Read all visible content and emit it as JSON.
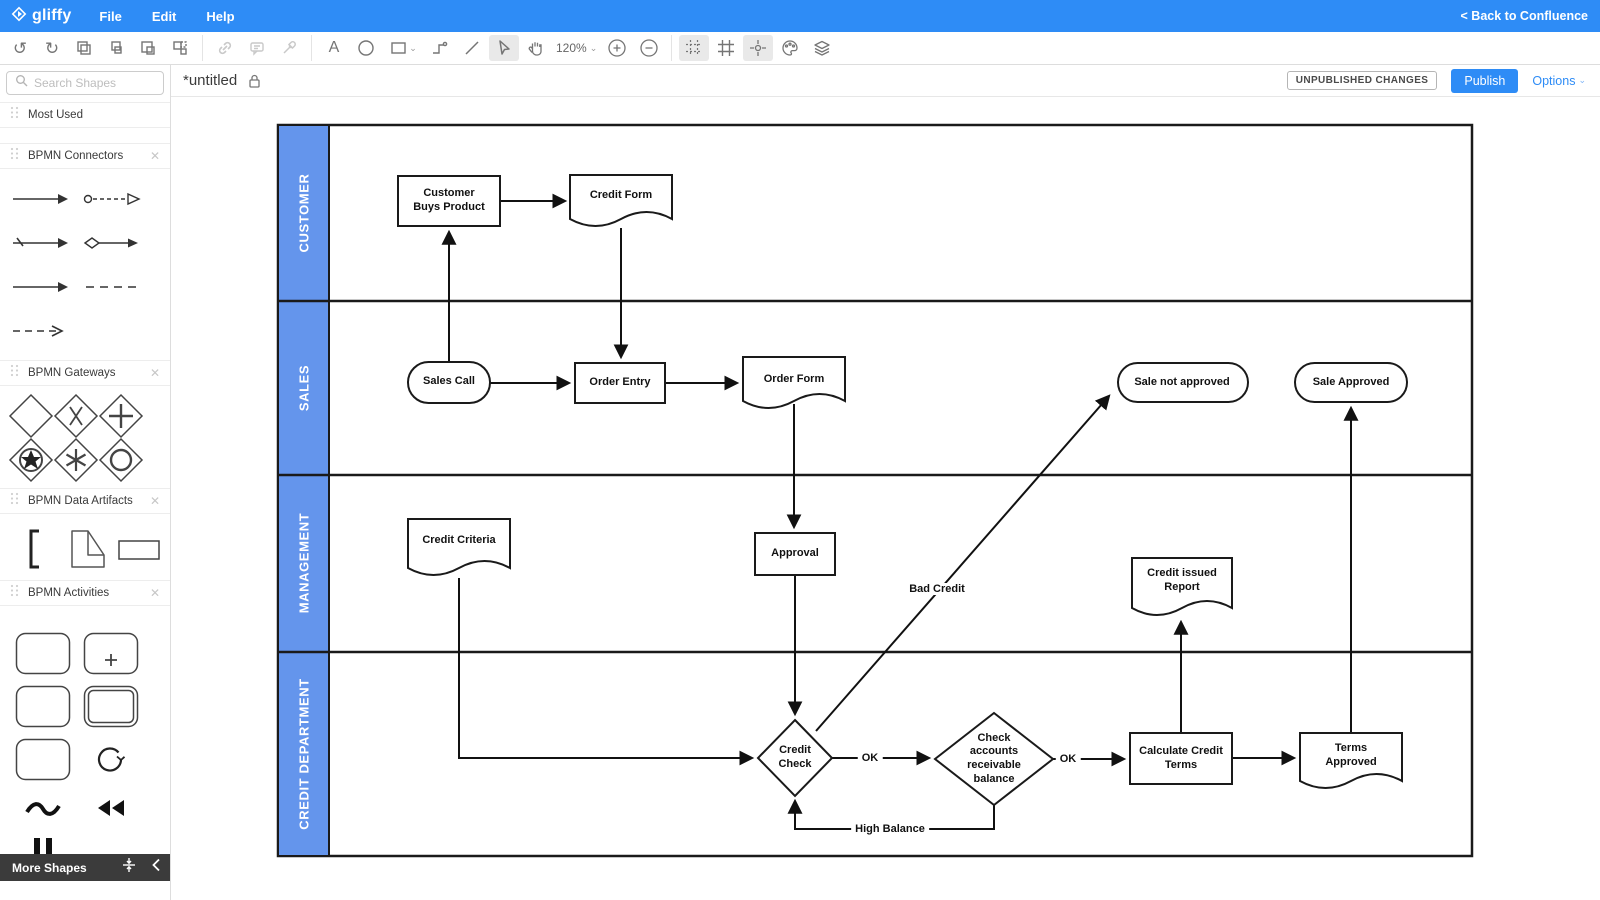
{
  "topbar": {
    "logo": "gliffy",
    "menus": [
      {
        "label": "File"
      },
      {
        "label": "Edit"
      },
      {
        "label": "Help"
      }
    ],
    "back_link": "< Back to Confluence"
  },
  "toolbar": {
    "zoom_level": "120%"
  },
  "titlebar": {
    "title": "*untitled",
    "status_badge": "UNPUBLISHED CHANGES",
    "publish": "Publish",
    "options": "Options"
  },
  "sidebar": {
    "search_placeholder": "Search Shapes",
    "sections": {
      "most_used": "Most Used",
      "connectors": "BPMN Connectors",
      "gateways": "BPMN Gateways",
      "artifacts": "BPMN Data Artifacts",
      "activities": "BPMN Activities"
    },
    "more_shapes": "More Shapes"
  },
  "diagram": {
    "lanes": [
      {
        "label": "CUSTOMER"
      },
      {
        "label": "SALES"
      },
      {
        "label": "MANAGEMENT"
      },
      {
        "label": "CREDIT DEPARTMENT"
      }
    ],
    "nodes": {
      "customer_buys_product": "Customer Buys Product",
      "credit_form": "Credit Form",
      "sales_call": "Sales Call",
      "order_entry": "Order Entry",
      "order_form": "Order Form",
      "sale_not_approved": "Sale not approved",
      "sale_approved": "Sale Approved",
      "credit_criteria": "Credit Criteria",
      "approval": "Approval",
      "credit_issued_report": "Credit issued Report",
      "credit_check": "Credit Check",
      "check_accounts": "Check accounts receivable balance",
      "calculate_credit_terms": "Calculate Credit Terms",
      "terms_approved": "Terms Approved"
    },
    "edge_labels": {
      "ok_credit_check": "OK",
      "ok_balance": "OK",
      "bad_credit": "Bad Credit",
      "high_balance": "High Balance"
    },
    "colors": {
      "lane_band": "#6495EC",
      "topbar_blue": "#2E8CF6"
    }
  }
}
